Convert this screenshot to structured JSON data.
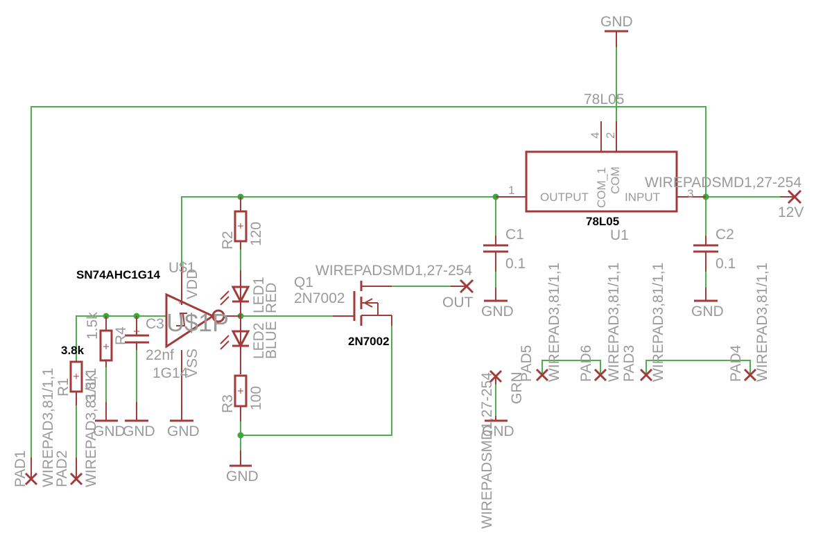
{
  "schematic": {
    "colors": {
      "wire": "#4cae4c",
      "part": "#a33a3a",
      "label": "#9a9a9a",
      "junction": "#3fa53f"
    },
    "gnd_label": "GND",
    "regulator": {
      "name": "U1",
      "value": "78L05",
      "value_top": "78L05",
      "pin_output": "OUTPUT",
      "pin_input": "INPUT",
      "pin_com": "COM",
      "pin_com1": "COM_1",
      "pin1": "1",
      "pin2": "2",
      "pin3": "3",
      "pin4": "4"
    },
    "input_pad": {
      "label": "WIREPADSMD1,27-254",
      "net": "12V"
    },
    "c1": {
      "name": "C1",
      "value": "0.1"
    },
    "c2": {
      "name": "C2",
      "value": "0.1"
    },
    "r2": {
      "name": "R2",
      "value": "120"
    },
    "r3": {
      "name": "R3",
      "value": "100"
    },
    "led1": {
      "name": "LED1",
      "color": "RED"
    },
    "led2": {
      "name": "LED2",
      "color": "BLUE"
    },
    "q1": {
      "name": "Q1",
      "value": "2N7002",
      "bold_value": "2N7002"
    },
    "out_pad": {
      "label": "WIREPADSMD1,27-254",
      "net": "OUT"
    },
    "u1p": {
      "name": "U$1",
      "gate": "U$1P",
      "pin_vdd": "VDD",
      "pin_vss": "VSS",
      "part": "1G14",
      "bold_value": "SN74AHC1G14"
    },
    "c3": {
      "name": "C3",
      "value": "22nf"
    },
    "r4": {
      "name": "R4",
      "value": "1.5k"
    },
    "r1": {
      "name": "R1",
      "value": "3.8k",
      "overlap_label": "3.8K"
    },
    "pad1": {
      "name": "PAD1",
      "label": "WIREPAD3,81/1,1"
    },
    "pad2": {
      "name": "PAD2",
      "label": "WIREPAD3,81/1,1"
    },
    "grn_pad": {
      "name": "GRN",
      "label": "WIREPADSMD1,27-254"
    },
    "pad5": {
      "name": "PAD5",
      "label": "WIREPAD3,81/1,1"
    },
    "pad6": {
      "name": "PAD6",
      "label": "WIREPAD3,81/1,1"
    },
    "pad3": {
      "name": "PAD3",
      "label": "WIREPAD3,81/1,1"
    },
    "pad4": {
      "name": "PAD4",
      "label": "WIREPAD3,81/1,1"
    }
  }
}
